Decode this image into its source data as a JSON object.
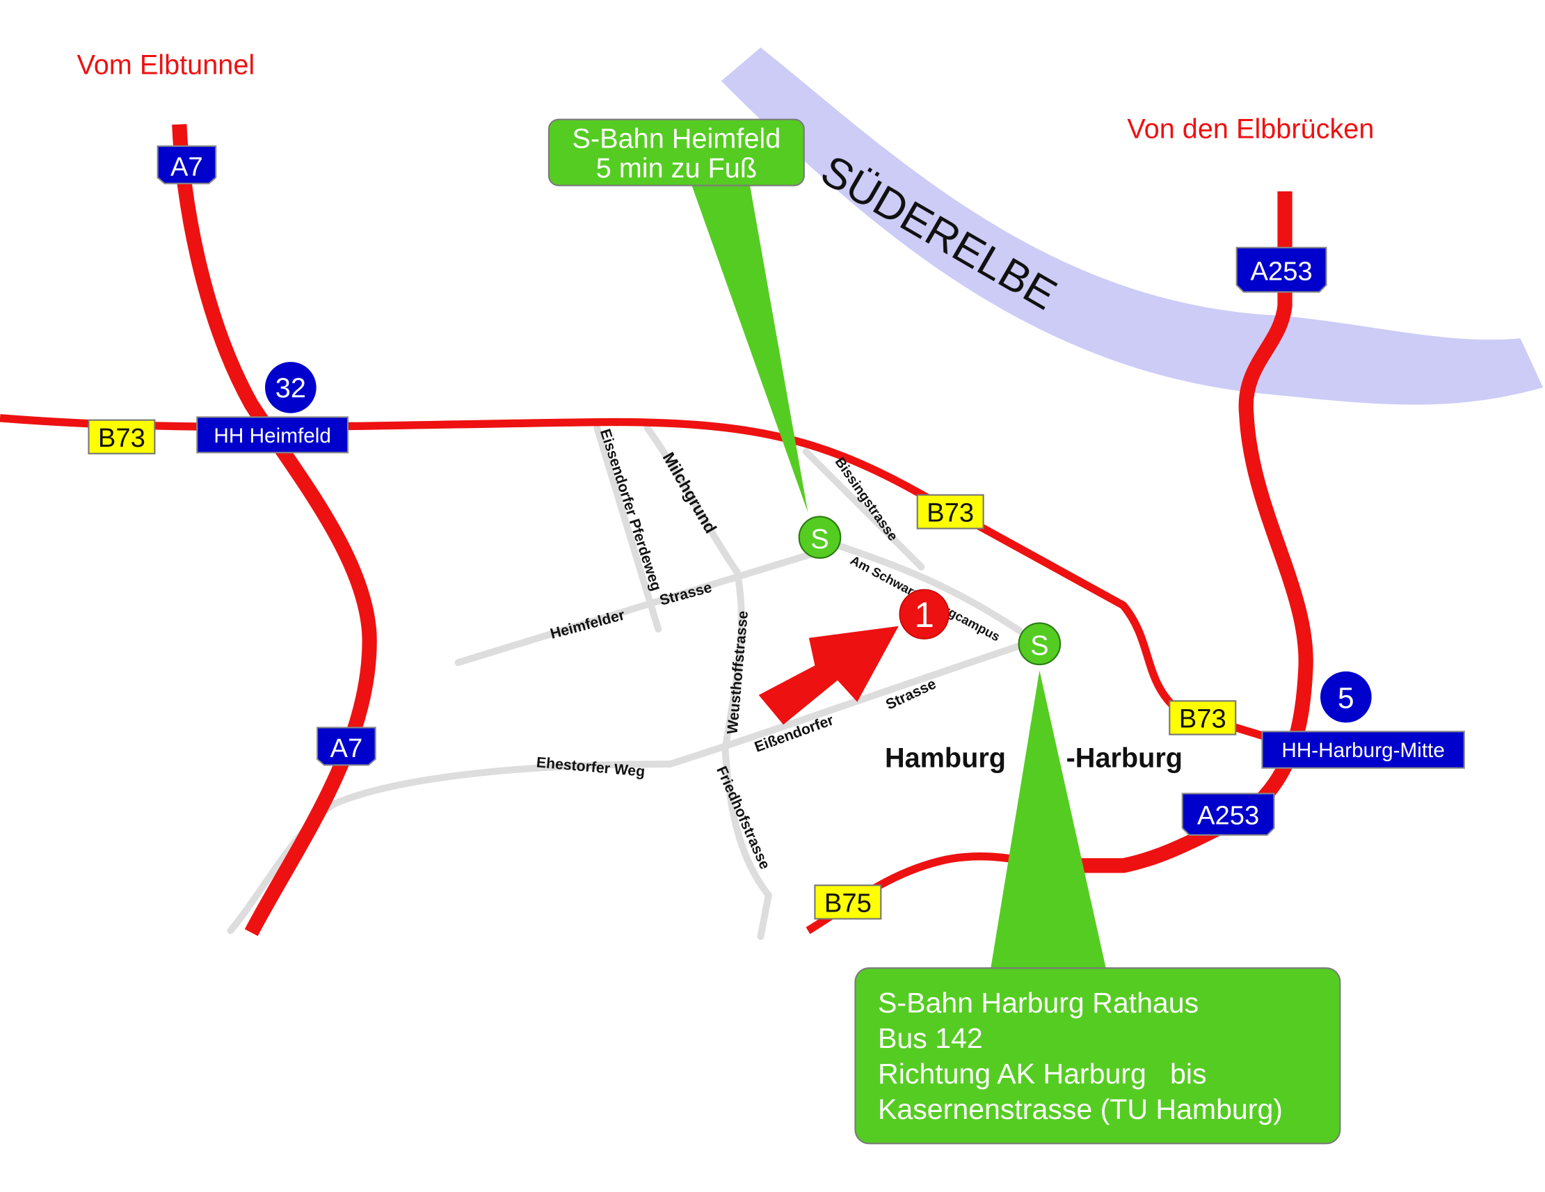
{
  "colors": {
    "road": "#ee1111",
    "street": "#dddddd",
    "river": "#ccccf7",
    "autobahn_sign": "#0000cc",
    "b_sign": "#ffff00",
    "sbahn": "#55cc22",
    "text_red": "#ee1111"
  },
  "directions": {
    "from_elbtunnel": "Vom Elbtunnel",
    "from_elbbruecken": "Von den Elbbrücken"
  },
  "river": {
    "name": "SÜDERELBE"
  },
  "signs": {
    "a7_north": "A7",
    "a7_south": "A7",
    "a253_north": "A253",
    "a253_south": "A253",
    "b73_west": "B73",
    "b73_mid": "B73",
    "b73_east": "B73",
    "b75": "B75",
    "exit_heimfeld": "HH Heimfeld",
    "exit_harburg_mitte": "HH-Harburg-Mitte",
    "exit_num_32": "32",
    "exit_num_5": "5"
  },
  "streets": {
    "eissendorfer_pferdeweg": "Eissendorfer Pferdeweg",
    "milchgrund": "Milchgrund",
    "bissingstrasse": "Bissingstrasse",
    "heimfelder": "Heimfelder",
    "heimfelder_strasse": "Strasse",
    "weusthoffstrasse": "Weusthoffstrasse",
    "am_schwarzenbergcampus": "Am Schwarzenbergcampus",
    "eissendorfer": "Eißendorfer",
    "eissendorfer_strasse": "Strasse",
    "ehestorfer_weg": "Ehestorfer Weg",
    "friedhofstrasse": "Friedhofstrasse"
  },
  "stations": {
    "s_symbol": "S"
  },
  "destination": {
    "marker": "1"
  },
  "district": {
    "part1": "Hamburg",
    "part2": "-Harburg"
  },
  "callouts": {
    "heimfeld": [
      "S-Bahn Heimfeld",
      "5 min zu Fuß"
    ],
    "harburg": [
      "S-Bahn Harburg Rathaus",
      "Bus 142",
      "Richtung AK Harburg   bis",
      "Kasernenstrasse (TU Hamburg)"
    ]
  }
}
